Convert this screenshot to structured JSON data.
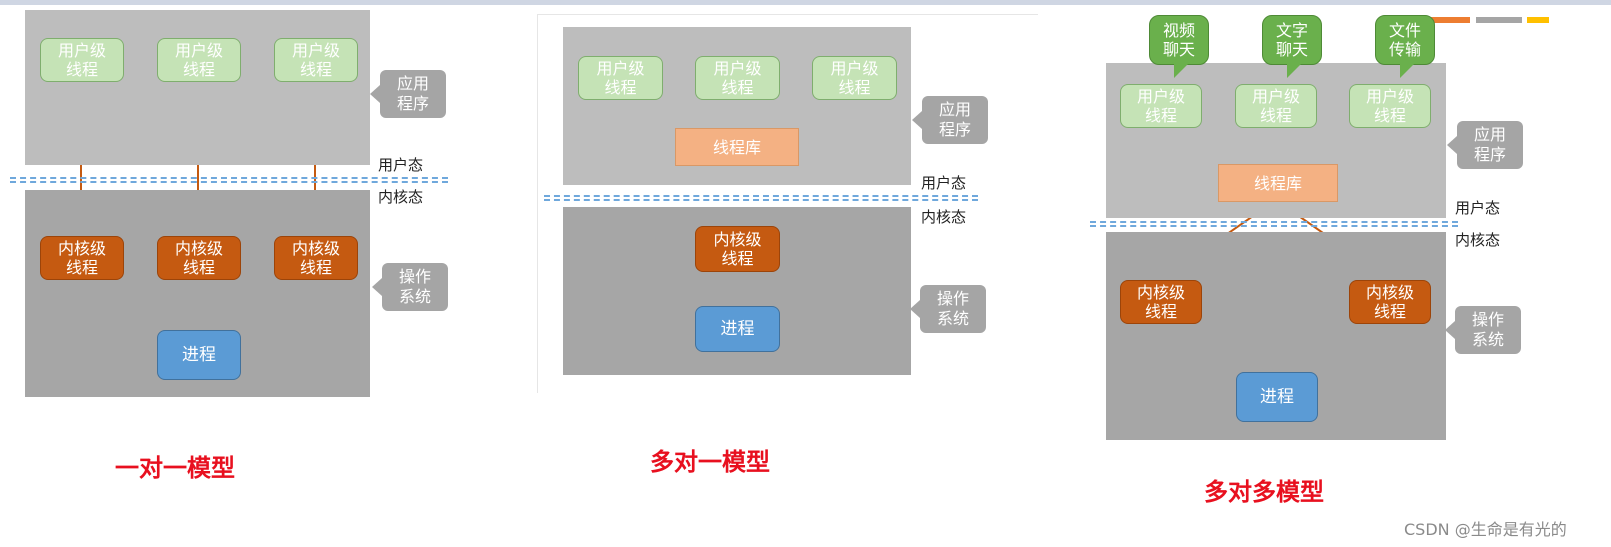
{
  "panels": {
    "one_to_one": {
      "title": "一对一模型",
      "user_threads": [
        "用户级\n线程",
        "用户级\n线程",
        "用户级\n线程"
      ],
      "kernel_threads": [
        "内核级\n线程",
        "内核级\n线程",
        "内核级\n线程"
      ],
      "process": "进程",
      "app_label": "应用\n程序",
      "os_label": "操作\n系统",
      "user_mode": "用户态",
      "kernel_mode": "内核态"
    },
    "many_to_one": {
      "title": "多对一模型",
      "user_threads": [
        "用户级\n线程",
        "用户级\n线程",
        "用户级\n线程"
      ],
      "thread_library": "线程库",
      "kernel_threads": [
        "内核级\n线程"
      ],
      "process": "进程",
      "app_label": "应用\n程序",
      "os_label": "操作\n系统",
      "user_mode": "用户态",
      "kernel_mode": "内核态"
    },
    "many_to_many": {
      "title": "多对多模型",
      "apps": [
        "视频\n聊天",
        "文字\n聊天",
        "文件\n传输"
      ],
      "user_threads": [
        "用户级\n线程",
        "用户级\n线程",
        "用户级\n线程"
      ],
      "thread_library": "线程库",
      "kernel_threads": [
        "内核级\n线程",
        "内核级\n线程"
      ],
      "process": "进程",
      "app_label": "应用\n程序",
      "os_label": "操作\n系统",
      "user_mode": "用户态",
      "kernel_mode": "内核态"
    }
  },
  "watermark": "CSDN @生命是有光的",
  "colors": {
    "user_region": "#bdbdbd",
    "kernel_region": "#a6a6a6",
    "user_thread": "#c5e3b6",
    "kernel_thread": "#c55a11",
    "process": "#5b9bd5",
    "thread_library": "#f4b183",
    "app_callout": "#6ab04c",
    "orange_line": "#c55a11",
    "blue_line": "#5b9bd5",
    "title_red": "#e8101f"
  }
}
